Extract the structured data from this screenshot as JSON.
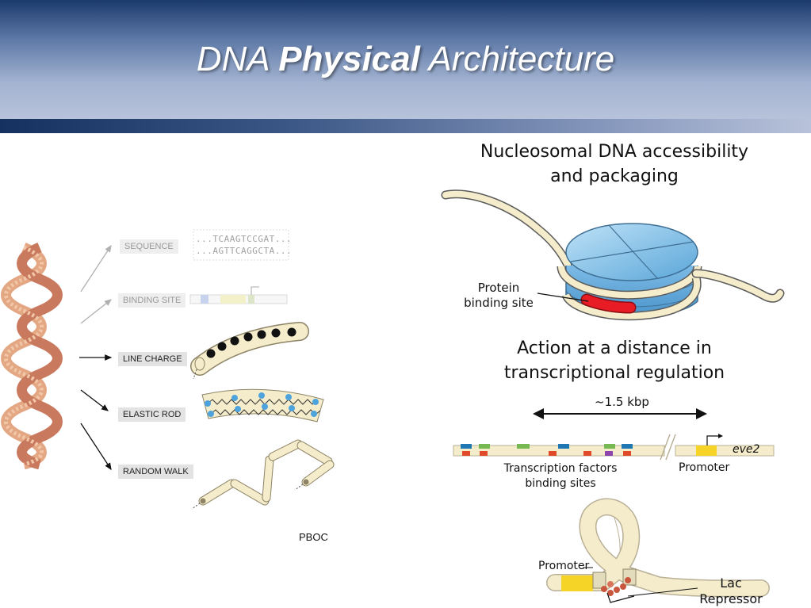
{
  "slide": {
    "title_prefix": "DNA",
    "title_bold": "Physical",
    "title_suffix": "Architecture"
  },
  "left_panel": {
    "labels": [
      "SEQUENCE",
      "BINDING SITE",
      "LINE CHARGE",
      "ELASTIC ROD",
      "RANDOM WALK"
    ],
    "sequence_top": "...TCAAGTCCGAT...",
    "sequence_bottom": "...AGTTCAGGCTA...",
    "credit": "PBOC"
  },
  "nucleosome": {
    "title_line1": "Nucleosomal DNA accessibility",
    "title_line2": "and packaging",
    "protein_label_line1": "Protein",
    "protein_label_line2": "binding site"
  },
  "regulation": {
    "title_line1": "Action at a distance in",
    "title_line2": "transcriptional regulation",
    "distance": "~1.5 kbp",
    "gene": "eve2",
    "tf_label_line1": "Transcription factors",
    "tf_label_line2": "binding sites",
    "promoter": "Promoter"
  },
  "loop": {
    "promoter": "Promoter",
    "repressor_line1": "Lac",
    "repressor_line2": "Repressor"
  },
  "colors": {
    "dna_fill": "#f5eccb",
    "histone": "#8cc4ea",
    "protein_site": "#e81c24",
    "tf_green": "#76b852",
    "tf_blue": "#1f77b4",
    "tf_red": "#e04a2b",
    "tf_purple": "#8e44ad",
    "promoter_yellow": "#f5d327"
  }
}
